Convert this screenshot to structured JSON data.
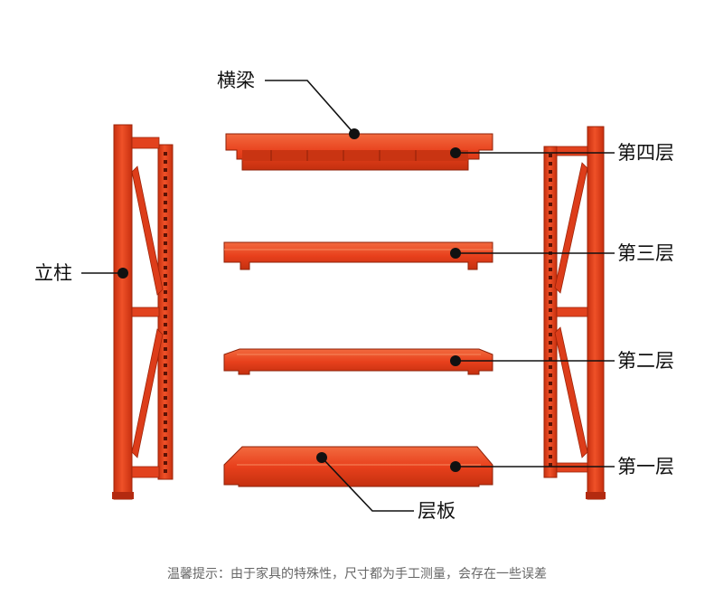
{
  "labels": {
    "beam": "横梁",
    "upright": "立柱",
    "level_4": "第四层",
    "level_3": "第三层",
    "level_2": "第二层",
    "level_1": "第一层",
    "shelf_panel": "层板"
  },
  "disclaimer": "温馨提示：由于家具的特殊性，尺寸都为手工测量，会存在一些误差",
  "colors": {
    "rack_red": "#e8401c",
    "rack_dark": "#b32a10",
    "rack_light": "#f46a3c",
    "leader_line": "#111111"
  }
}
